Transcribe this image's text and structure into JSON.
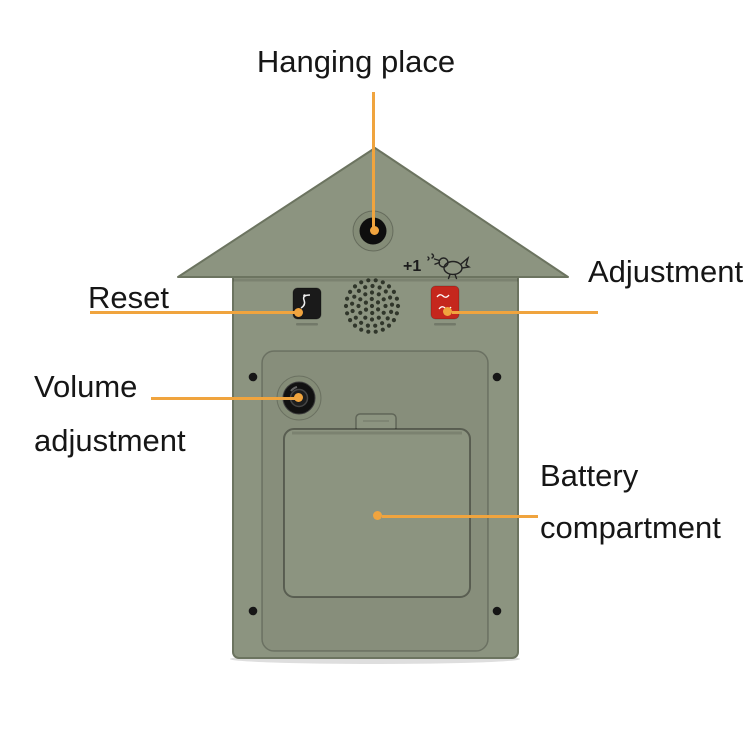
{
  "annotations": {
    "hanging_place": {
      "label": "Hanging place"
    },
    "reset": {
      "label": "Reset"
    },
    "adjustment": {
      "label": "Adjustment"
    },
    "volume": {
      "label": "Volume adjustment"
    },
    "battery": {
      "label": "Battery compartment"
    }
  },
  "markings": {
    "plus_one": "+1"
  },
  "colors": {
    "background": "#ffffff",
    "text": "#161616",
    "accent_orange": "#f0a43e",
    "body_green": "#8c9480",
    "body_edge": "#6c7460",
    "recess_green": "#848c77",
    "button_black": "#1a1a1a",
    "button_red": "#c5271d",
    "hole_black": "#0e0e0e"
  }
}
